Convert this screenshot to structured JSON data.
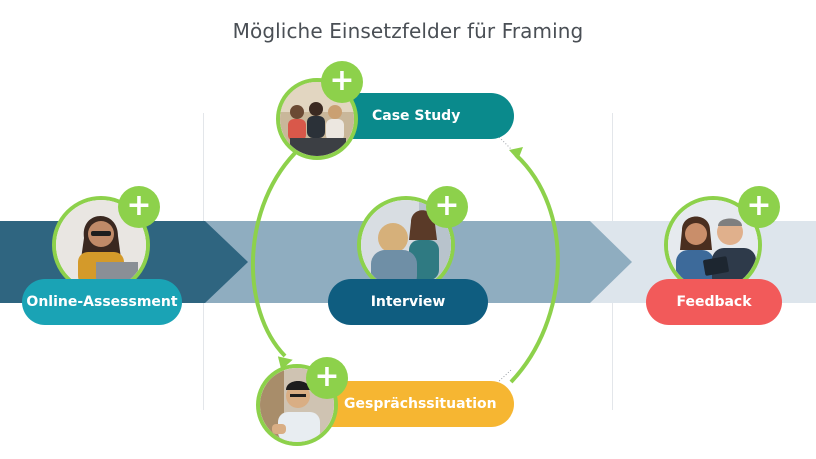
{
  "title": "Mögliche Einsetzfelder für Framing",
  "colors": {
    "accent_green": "#8dd14b",
    "band_dark": "#2f6580",
    "band_mid": "#8fadc0",
    "band_light": "#dde5ec",
    "online_assessment": "#1aa3b5",
    "case_study": "#0a8a8c",
    "interview": "#0f5d80",
    "gespraechssituation": "#f6b632",
    "feedback": "#f25a5a"
  },
  "nodes": [
    {
      "id": "online-assessment",
      "label": "Online-Assessment",
      "icon": "plus-icon"
    },
    {
      "id": "case-study",
      "label": "Case Study",
      "icon": "plus-icon"
    },
    {
      "id": "interview",
      "label": "Interview",
      "icon": "plus-icon"
    },
    {
      "id": "gespraechssituation",
      "label": "Gesprächssituation",
      "icon": "plus-icon"
    },
    {
      "id": "feedback",
      "label": "Feedback",
      "icon": "plus-icon"
    }
  ],
  "plus_symbol": "+"
}
